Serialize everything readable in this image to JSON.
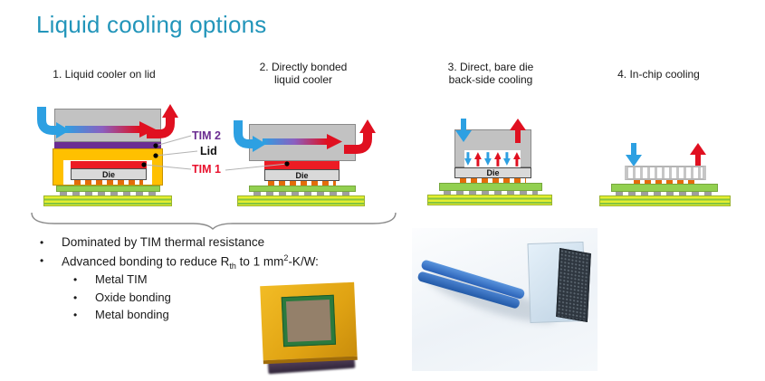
{
  "title": "Liquid cooling options",
  "options": [
    {
      "label": "1. Liquid cooler on lid"
    },
    {
      "label": "2. Directly bonded liquid cooler"
    },
    {
      "label": "3. Direct, bare die back-side cooling"
    },
    {
      "label": "4. In-chip cooling"
    }
  ],
  "annotations": {
    "tim2": "TIM 2",
    "lid": "Lid",
    "tim1": "TIM 1"
  },
  "labels": {
    "die": "Die"
  },
  "bullets": {
    "b1": "Dominated by TIM thermal resistance",
    "b2_prefix": "Advanced bonding to reduce R",
    "b2_sub": "th",
    "b2_mid": " to 1 mm",
    "b2_sup": "2",
    "b2_suffix": "-K/W:",
    "sub": [
      "Metal TIM",
      "Oxide bonding",
      "Metal bonding"
    ],
    "marker": "•"
  },
  "colors": {
    "title_accent": "#2295ba",
    "tim2_purple": "#6b2d91",
    "lid_orange": "#ffc000",
    "tim1_red": "#ec1c24",
    "cooler_gray": "#c2c2c2",
    "die_gray": "#d9d9d9",
    "bump_orange": "#e36c0a",
    "substrate_green": "#92d050",
    "pcb_yellow": "#e4ee2f",
    "pcb_green": "#84c341",
    "cold_arrow_blue": "#2da0e2",
    "hot_arrow_red": "#e01020"
  }
}
